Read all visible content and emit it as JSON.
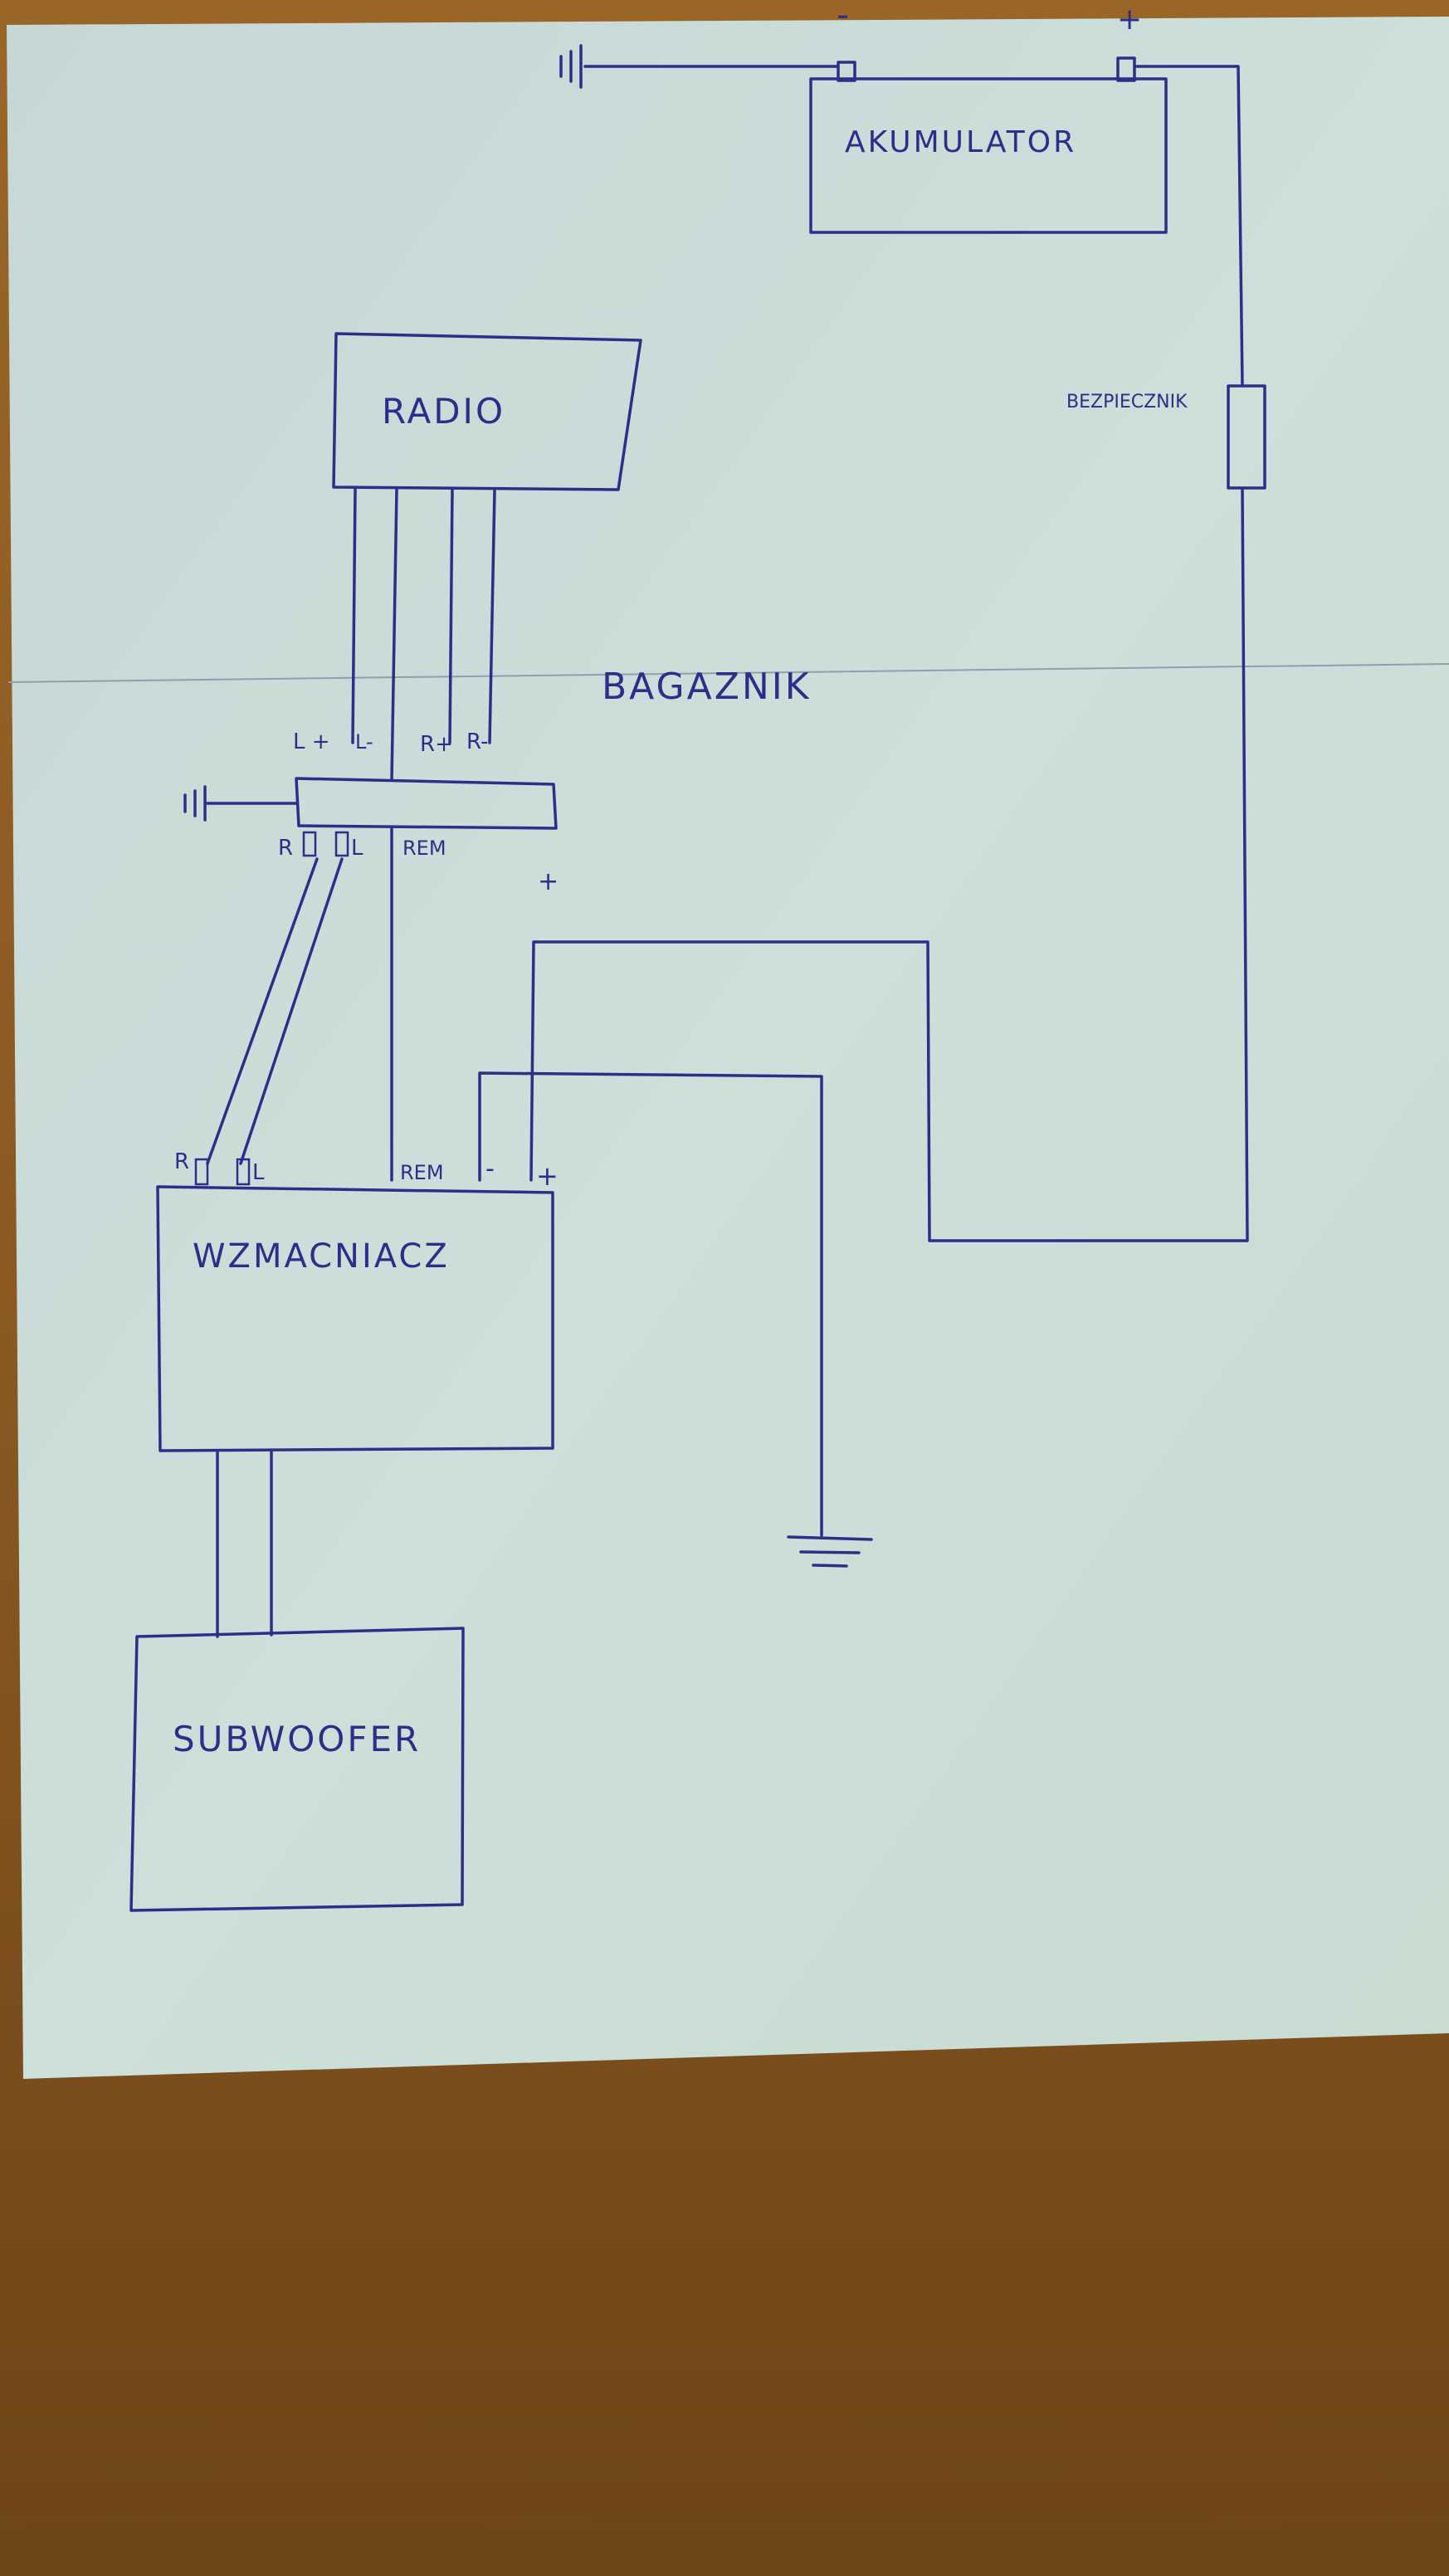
{
  "colors": {
    "ink": "#2c2f8a",
    "paper": "#c7d8d6",
    "table": "#8a5a22"
  },
  "battery": {
    "label": "AKUMULATOR",
    "minus": "-",
    "plus": "+"
  },
  "fuse": {
    "label": "BEZPIECZNIK"
  },
  "radio": {
    "label": "RADIO"
  },
  "trunk": {
    "label": "BAGAZNIK"
  },
  "rca_block": {
    "l_plus": "L +",
    "l_minus": "L-",
    "r_plus": "R+",
    "r_minus": "R-",
    "out_r": "R",
    "out_l": "L",
    "rem": "REM",
    "plus": "+"
  },
  "amplifier": {
    "label": "WZMACNIACZ",
    "in_r": "R",
    "in_l": "L",
    "rem": "REM",
    "minus": "-",
    "plus": "+"
  },
  "subwoofer": {
    "label": "SUBWOOFER"
  },
  "icons": [
    "ground-icon",
    "chassis-ground-icon",
    "fuse-icon"
  ]
}
